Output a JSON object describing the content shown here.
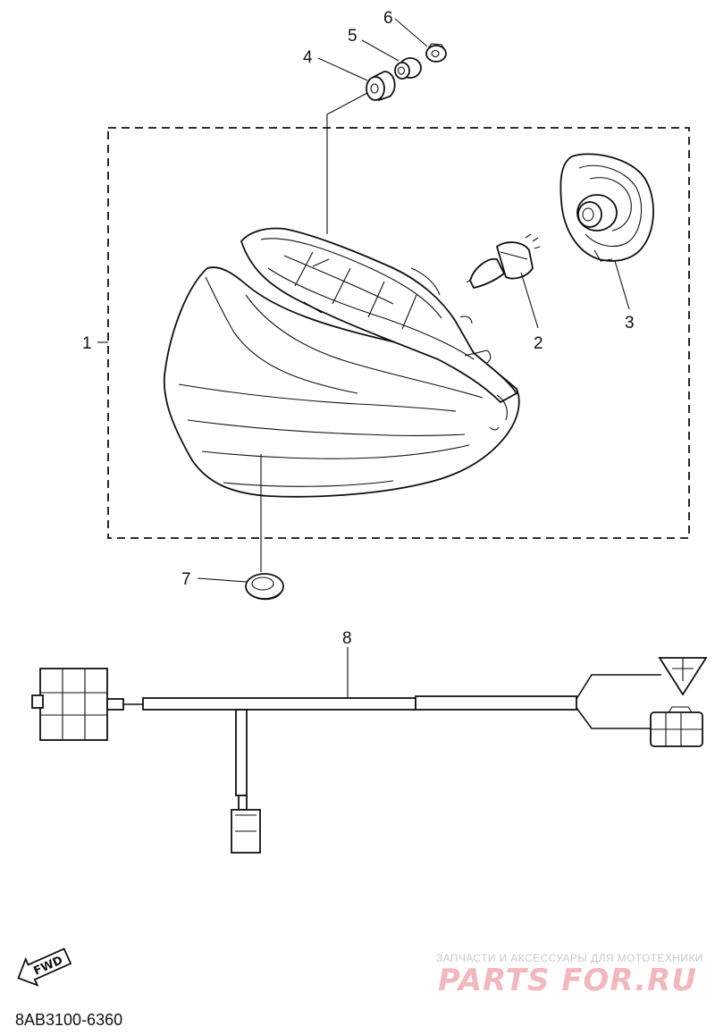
{
  "diagram": {
    "part_labels": [
      "1",
      "2",
      "3",
      "4",
      "5",
      "6",
      "7",
      "8"
    ],
    "direction_arrow": {
      "text": "FWD",
      "icon": "fwd-arrow-icon"
    },
    "drawing_code": "8AB3100-6360"
  },
  "watermark": {
    "caption": "ЗАПЧАСТИ И АКСЕССУАРЫ ДЛЯ МОТОТЕХНИКИ",
    "brand": "PARTS FOR.RU"
  }
}
